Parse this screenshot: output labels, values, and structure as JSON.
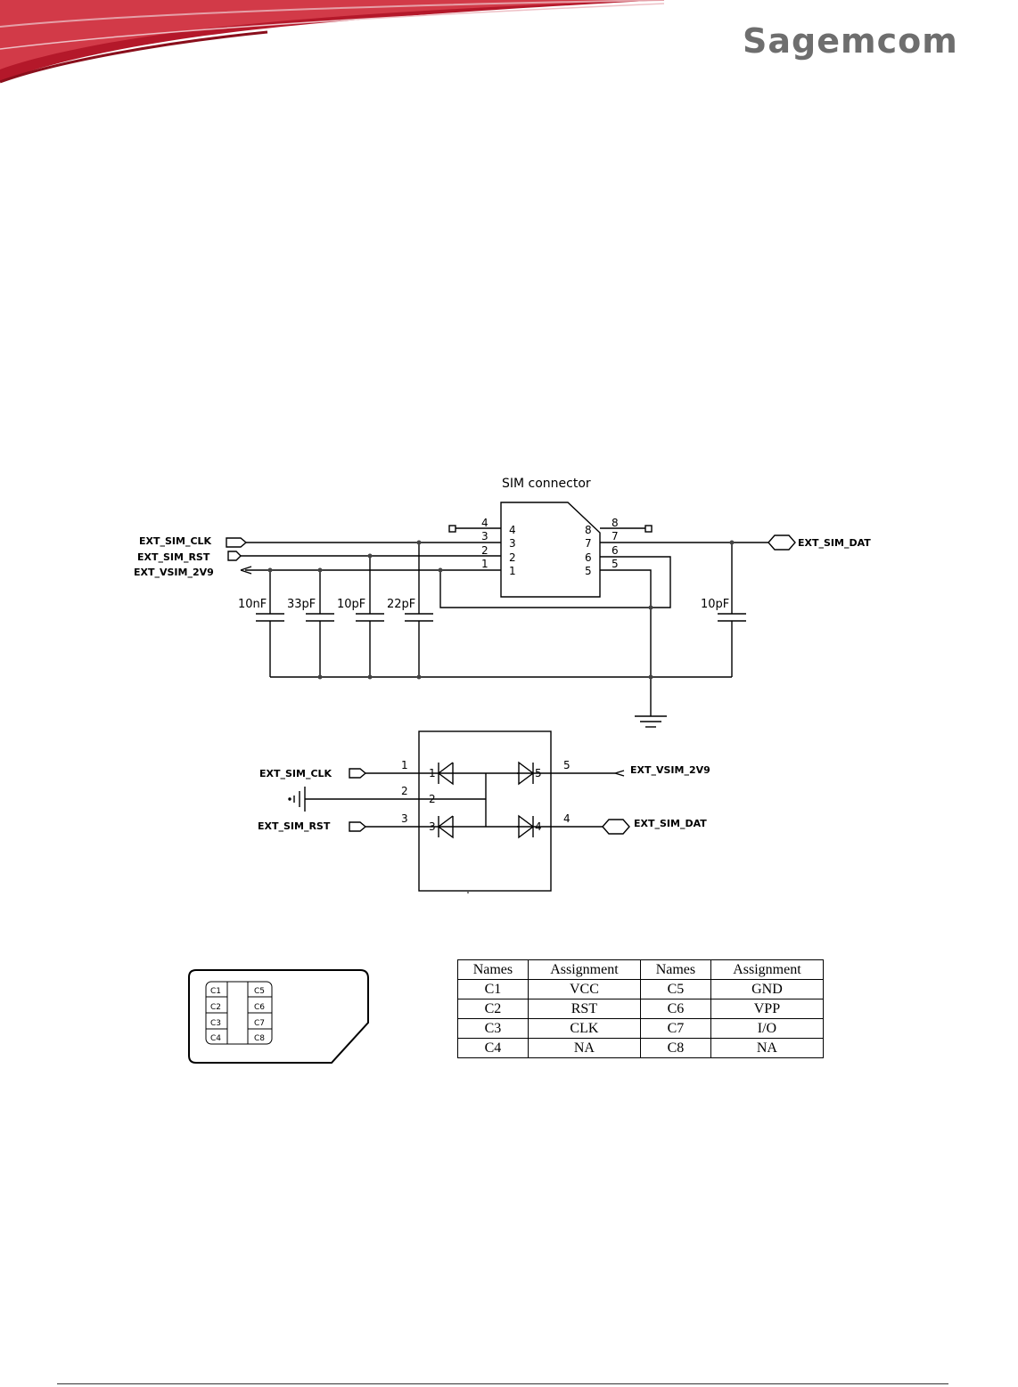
{
  "brand": {
    "logo_text": "Sagemcom"
  },
  "connector": {
    "title": "SIM connector",
    "left_pins": [
      "4",
      "3",
      "2",
      "1"
    ],
    "right_pins": [
      "8",
      "7",
      "6",
      "5"
    ],
    "left_ext_pins": [
      "4",
      "3",
      "2",
      "1"
    ],
    "right_ext_pins": [
      "8",
      "7",
      "6",
      "5"
    ],
    "signals": {
      "clk": "EXT_SIM_CLK",
      "rst": "EXT_SIM_RST",
      "vsim": "EXT_VSIM_2V9",
      "dat": "EXT_SIM_DAT"
    },
    "capacitors": [
      "10nF",
      "33pF",
      "10pF",
      "22pF"
    ],
    "cap_dat": "10pF"
  },
  "esd": {
    "left_signals": {
      "clk": "EXT_SIM_CLK",
      "rst": "EXT_SIM_RST"
    },
    "right_signals": {
      "vsim": "EXT_VSIM_2V9",
      "dat": "EXT_SIM_DAT"
    },
    "pins_left": [
      "1",
      "2",
      "3"
    ],
    "pins_right": [
      "5",
      "4"
    ],
    "inner_pins": [
      "1",
      "2",
      "3",
      "5",
      "4"
    ]
  },
  "sim_card": {
    "contacts_left": [
      "C1",
      "C2",
      "C3",
      "C4"
    ],
    "contacts_right": [
      "C5",
      "C6",
      "C7",
      "C8"
    ]
  },
  "pin_table": {
    "headers": [
      "Names",
      "Assignment",
      "Names",
      "Assignment"
    ],
    "rows": [
      [
        "C1",
        "VCC",
        "C5",
        "GND"
      ],
      [
        "C2",
        "RST",
        "C6",
        "VPP"
      ],
      [
        "C3",
        "CLK",
        "C7",
        "I/O"
      ],
      [
        "C4",
        "NA",
        "C8",
        "NA"
      ]
    ]
  }
}
